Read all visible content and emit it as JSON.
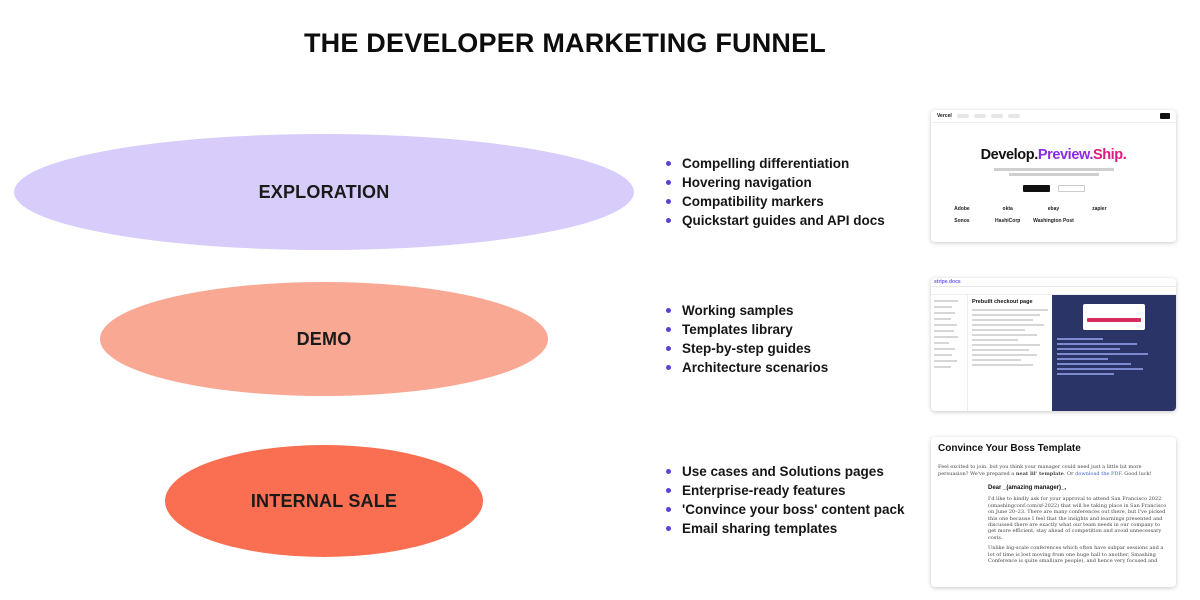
{
  "title": "THE DEVELOPER MARKETING FUNNEL",
  "colors": {
    "exploration": "#d8ccfa",
    "demo": "#f9a894",
    "internal_sale": "#fa6f52",
    "bullet": "#5b3fd6"
  },
  "stages": [
    {
      "label": "EXPLORATION",
      "bullets": [
        "Compelling differentiation",
        "Hovering navigation",
        "Compatibility markers",
        "Quickstart guides and API docs"
      ]
    },
    {
      "label": "DEMO",
      "bullets": [
        "Working samples",
        "Templates library",
        "Step-by-step guides",
        "Architecture scenarios"
      ]
    },
    {
      "label": "INTERNAL SALE",
      "bullets": [
        "Use cases and Solutions pages",
        "Enterprise-ready features",
        "'Convince your boss' content pack",
        "Email sharing templates"
      ]
    }
  ],
  "screenshots": {
    "vercel": {
      "logo": "Vercel",
      "headline": [
        "Develop.",
        "Preview.",
        "Ship."
      ],
      "logos": [
        "Adobe",
        "okta",
        "ebay",
        "zapier",
        "",
        "Sonos",
        "HashiCorp",
        "Washington Post",
        "",
        ""
      ]
    },
    "stripe": {
      "brand": "stripe docs",
      "heading": "Prebuilt checkout page"
    },
    "boss": {
      "title": "Convince Your Boss Template",
      "intro_a": "Feel excited to join, but you think your manager could need just a little bit more persuasion? We've prepared a ",
      "intro_bold": "neat lil' template",
      "intro_b": ". Or ",
      "intro_link": "download the PDF",
      "intro_c": ". Good luck!",
      "dear": "Dear _(amazing manager)_,",
      "para1": "I'd like to kindly ask for your approval to attend San Francisco 2022 (smashingconf.com/sf-2022) that will be taking place in San Francisco on June 20–23. There are many conferences out there, but I've picked this one because I feel that the insights and learnings presented and discussed there are exactly what our team needs in our company to get more efficient, stay ahead of competition and avoid unnecessary costs.",
      "para2": "Unlike big-scale conferences which often have subpar sessions and a lot of time is lost moving from one huge hall to another, Smashing Conference is quite small(are people), and hence very focused and"
    }
  }
}
